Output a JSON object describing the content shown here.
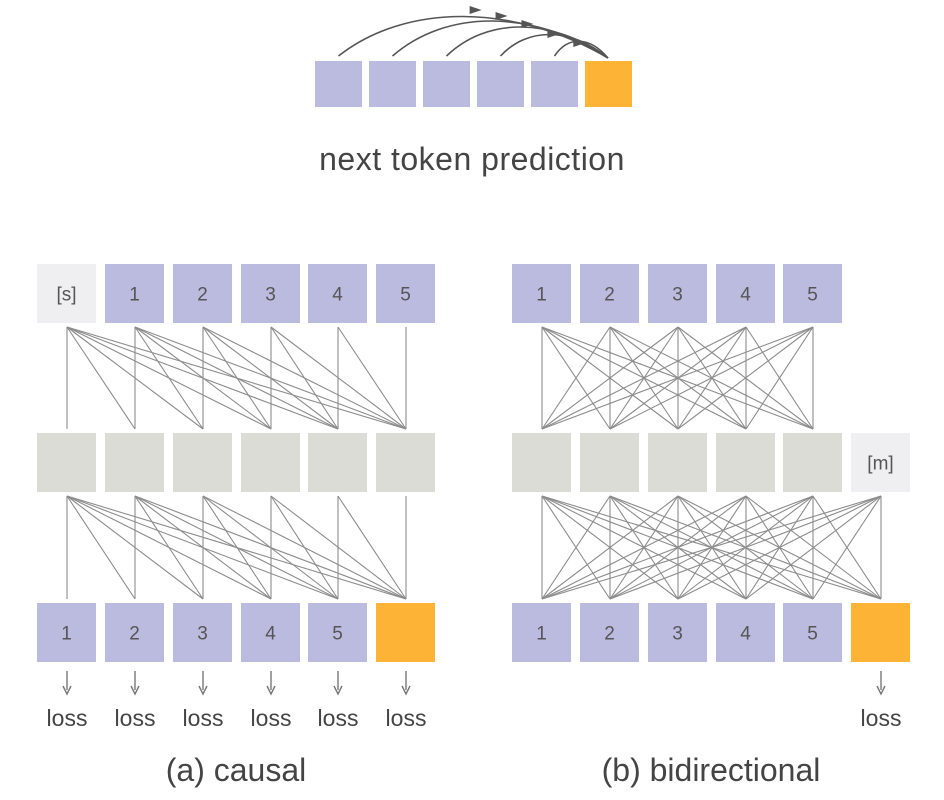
{
  "title": "next token prediction",
  "colors": {
    "token": "#bbbbe0",
    "target": "#fdb436",
    "hidden": "#dcdcd6",
    "special": "#efeff1",
    "edge": "#8c8c8c",
    "arc": "#555555",
    "text": "#444444"
  },
  "top_row": [
    "token",
    "token",
    "token",
    "token",
    "token",
    "target"
  ],
  "causal": {
    "caption": "(a) causal",
    "start_token": "[s]",
    "inputs": [
      "1",
      "2",
      "3",
      "4",
      "5"
    ],
    "outputs": [
      "1",
      "2",
      "3",
      "4",
      "5"
    ],
    "loss_labels": [
      "loss",
      "loss",
      "loss",
      "loss",
      "loss",
      "loss"
    ]
  },
  "bidirectional": {
    "caption": "(b) bidirectional",
    "mask_token": "[m]",
    "inputs": [
      "1",
      "2",
      "3",
      "4",
      "5"
    ],
    "outputs": [
      "1",
      "2",
      "3",
      "4",
      "5"
    ],
    "loss_labels": [
      "loss"
    ]
  }
}
